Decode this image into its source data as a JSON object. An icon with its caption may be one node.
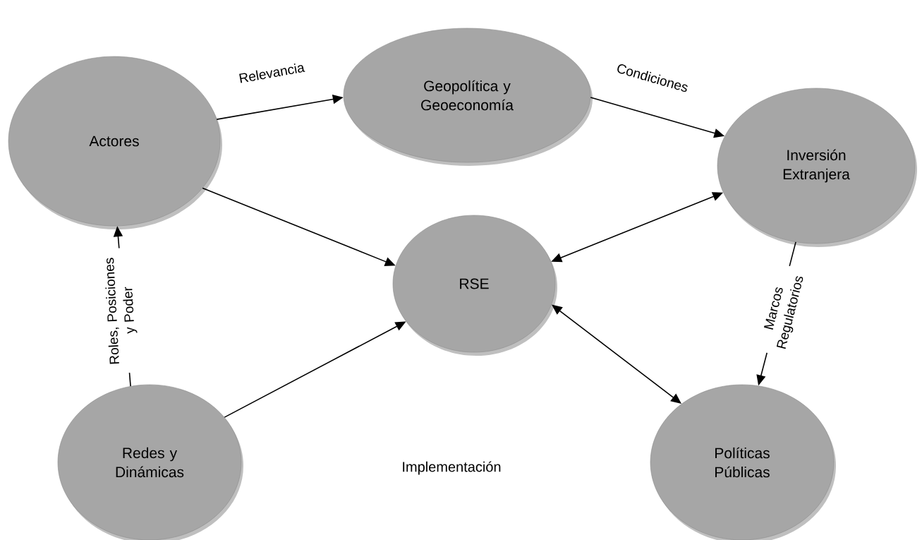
{
  "diagram": {
    "nodes": [
      {
        "text": [
          "Actores"
        ]
      },
      {
        "text": [
          "Geopolítica y Geoeconomía"
        ]
      },
      {
        "text": [
          "Inversión Extranjera"
        ]
      },
      {
        "text": [
          "RSE"
        ]
      },
      {
        "text": [
          "Redes y Dinámicas"
        ]
      },
      {
        "text": [
          "Políticas Públicas"
        ]
      }
    ],
    "edges": [
      {
        "from": 0,
        "to": 1,
        "arrow": "to",
        "label": "Relevancia"
      },
      {
        "from": 1,
        "to": 2,
        "arrow": "to",
        "label": "Condiciones"
      },
      {
        "from": 0,
        "to": 3,
        "arrow": "to"
      },
      {
        "from": 2,
        "to": 3,
        "arrow": "both"
      },
      {
        "from": 4,
        "to": 0,
        "arrow": "to",
        "label": "Roles, Posiciones y Poder"
      },
      {
        "from": 4,
        "to": 3,
        "arrow": "to"
      },
      {
        "from": 3,
        "to": 5,
        "arrow": "both"
      },
      {
        "from": 2,
        "to": 5,
        "arrow": "to",
        "label": "Marcos Regulatorios"
      }
    ],
    "labels": [
      "Implementación"
    ]
  }
}
